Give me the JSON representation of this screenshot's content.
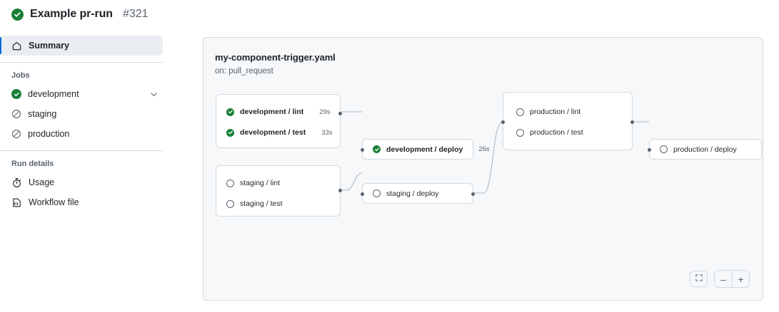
{
  "header": {
    "status_icon": "check-circle-icon",
    "title": "Example pr-run",
    "number": "#321"
  },
  "sidebar": {
    "summary": {
      "icon": "home-icon",
      "label": "Summary"
    },
    "jobs_title": "Jobs",
    "jobs": [
      {
        "label": "development",
        "status": "success",
        "icon": "check-circle-icon",
        "expander": "chevron-down-icon"
      },
      {
        "label": "staging",
        "status": "skipped",
        "icon": "skip-circle-icon"
      },
      {
        "label": "production",
        "status": "skipped",
        "icon": "skip-circle-icon"
      }
    ],
    "run_details_title": "Run details",
    "run_details": [
      {
        "label": "Usage",
        "icon": "stopwatch-icon"
      },
      {
        "label": "Workflow file",
        "icon": "workflow-file-icon"
      }
    ]
  },
  "graph": {
    "workflow_name": "my-component-trigger.yaml",
    "trigger": "on: pull_request",
    "groups": [
      {
        "name": "development-group",
        "jobs": [
          {
            "label": "development / lint",
            "status": "success",
            "duration": "29s"
          },
          {
            "label": "development / test",
            "status": "success",
            "duration": "33s"
          }
        ]
      },
      {
        "name": "staging-group",
        "jobs": [
          {
            "label": "staging / lint",
            "status": "pending",
            "duration": ""
          },
          {
            "label": "staging / test",
            "status": "pending",
            "duration": ""
          }
        ]
      },
      {
        "name": "production-group",
        "jobs": [
          {
            "label": "production / lint",
            "status": "pending",
            "duration": ""
          },
          {
            "label": "production / test",
            "status": "pending",
            "duration": ""
          }
        ]
      }
    ],
    "deploy_nodes": [
      {
        "name": "development-deploy",
        "label": "development / deploy",
        "status": "success",
        "duration": "26s"
      },
      {
        "name": "staging-deploy",
        "label": "staging / deploy",
        "status": "pending",
        "duration": ""
      },
      {
        "name": "production-deploy",
        "label": "production / deploy",
        "status": "pending",
        "duration": ""
      }
    ],
    "controls": {
      "fit": "fit-to-screen-icon",
      "zoom_out": "–",
      "zoom_in": "+"
    }
  },
  "colors": {
    "success": "#1a7f37",
    "accent": "#0969da",
    "border": "#d1d9e0",
    "canvas": "#f6f8fa",
    "muted_text": "#59636e"
  }
}
